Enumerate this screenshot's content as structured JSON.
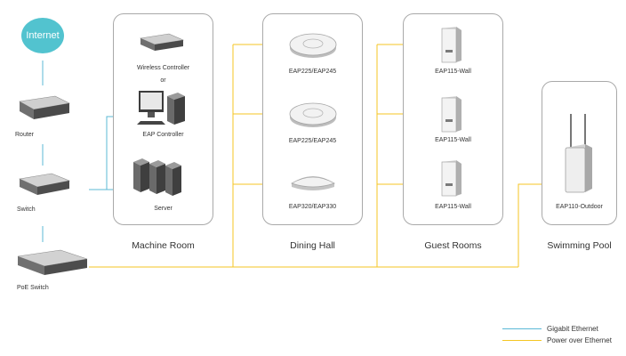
{
  "colors": {
    "gigabit": "#5bb8d6",
    "poe": "#f5c623",
    "panel_border": "#a9a9a9",
    "internet": "#52c3cf"
  },
  "internet": {
    "label": "Internet"
  },
  "network_chain": {
    "router": "Router",
    "switch": "Switch",
    "poe_switch": "PoE Switch"
  },
  "areas": {
    "machine_room": {
      "title": "Machine Room",
      "wireless_controller": "Wireless Controller",
      "or": "or",
      "eap_controller": "EAP Controller",
      "server": "Server"
    },
    "dining_hall": {
      "title": "Dining Hall",
      "ap1": "EAP225/EAP245",
      "ap2": "EAP225/EAP245",
      "ap3": "EAP320/EAP330"
    },
    "guest_rooms": {
      "title": "Guest Rooms",
      "ap1": "EAP115-Wall",
      "ap2": "EAP115-Wall",
      "ap3": "EAP115-Wall"
    },
    "swimming_pool": {
      "title": "Swimming Pool",
      "ap1": "EAP110-Outdoor"
    }
  },
  "legend": {
    "gigabit": "Gigabit Ethernet",
    "poe": "Power over Ethernet"
  }
}
